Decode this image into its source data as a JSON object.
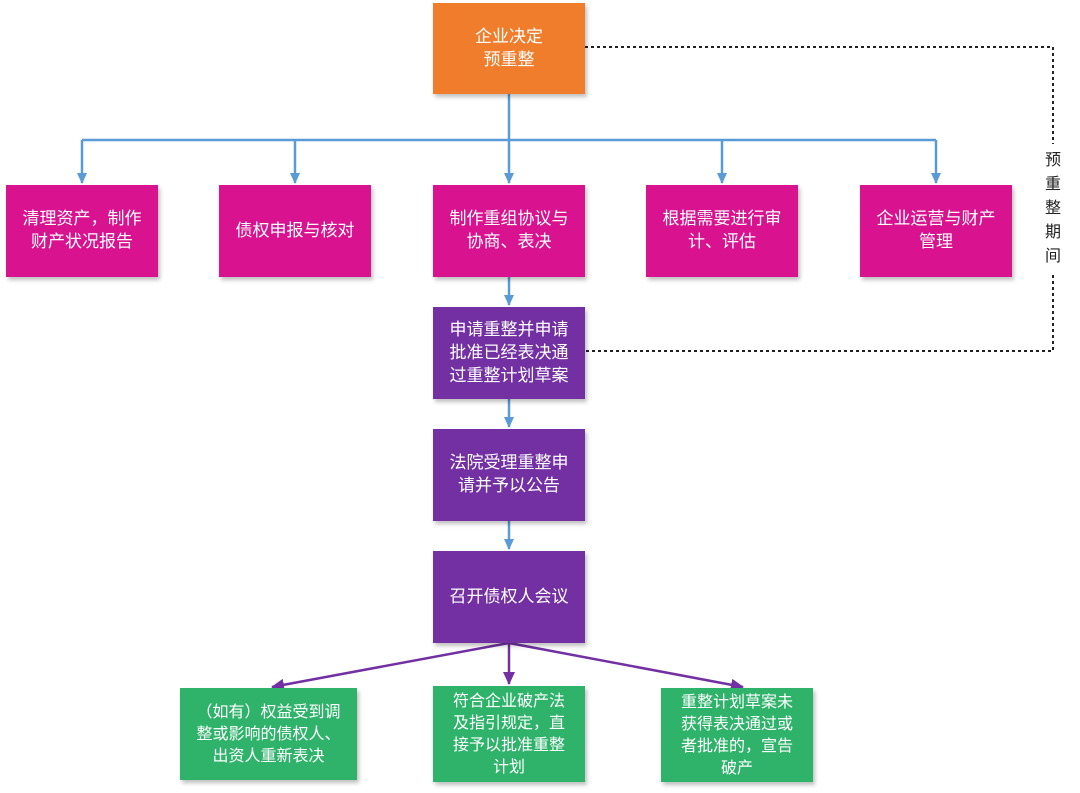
{
  "colors": {
    "start": "#f07d2b",
    "step": "#d9138f",
    "court": "#7230a3",
    "outcome": "#2fb36b",
    "connector_blue": "#5b9bd5",
    "connector_purple": "#7230a3",
    "dotted": "#222222"
  },
  "diagram": {
    "start": "企业决定\n预重整",
    "steps": [
      "清理资产，制作\n财产状况报告",
      "债权申报与核对",
      "制作重组协议与\n协商、表决",
      "根据需要进行审\n计、评估",
      "企业运营与财产\n管理"
    ],
    "apply": "申请重整并申请\n批准已经表决通\n过重整计划草案",
    "court_accept": "法院受理重整申\n请并予以公告",
    "meeting": "召开债权人会议",
    "outcomes": [
      "（如有）权益受到调\n整或影响的债权人、\n出资人重新表决",
      "符合企业破产法\n及指引规定，直\n接予以批准重整\n计划",
      "重整计划草案未\n获得表决通过或\n者批准的，宣告\n破产"
    ],
    "period_label": "预\n重\n整\n期\n间"
  }
}
